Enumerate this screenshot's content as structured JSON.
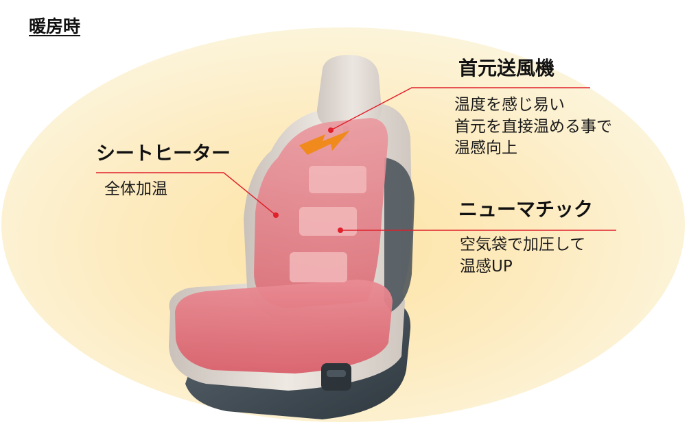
{
  "mode_title": "暖房時",
  "features": {
    "neck_fan": {
      "title": "首元送風機",
      "description": "温度を感じ易い\n首元を直接温める事で\n温感向上"
    },
    "seat_heater": {
      "title": "シートヒーター",
      "description": "全体加温"
    },
    "pneumatic": {
      "title": "ニューマチック",
      "description": "空気袋で加圧して\n温感UP"
    }
  },
  "colors": {
    "glow_center": "#fde3a4",
    "glow_edge": "#fcf4da",
    "heated_area": "#e06b72",
    "leader_line": "#e0202a",
    "airflow_arrow": "#f08a1c",
    "seat_frame": "#3f4a52",
    "seat_trim": "#e4dcd4"
  }
}
